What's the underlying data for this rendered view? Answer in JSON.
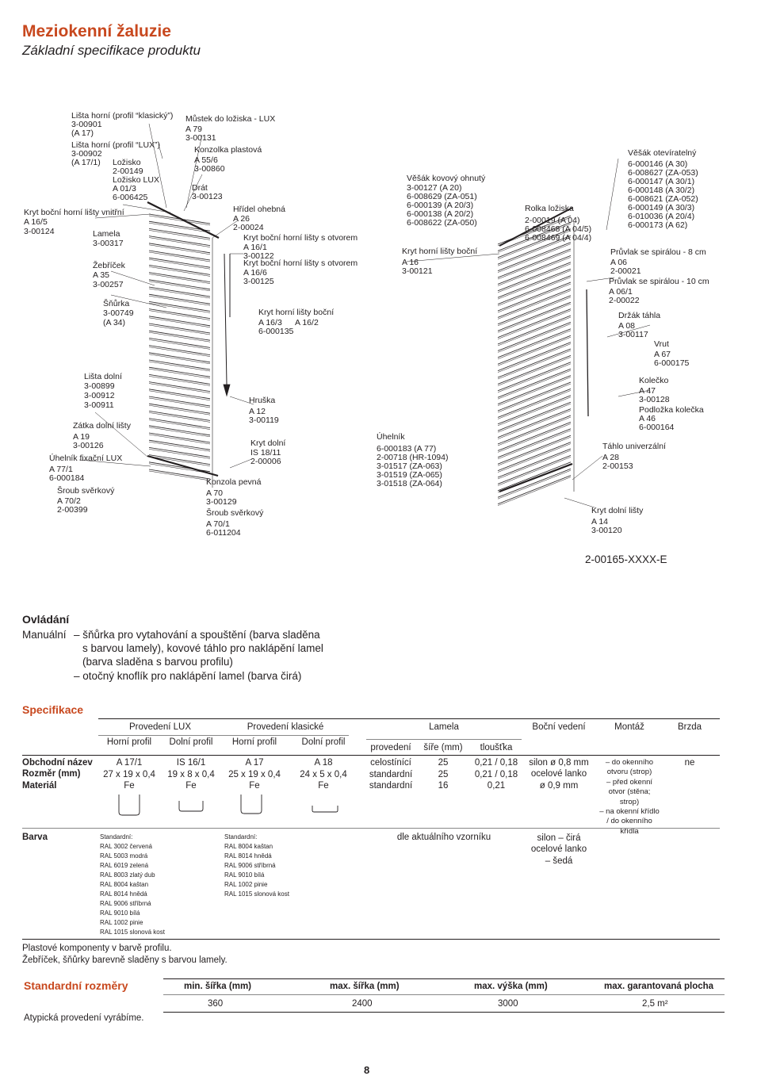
{
  "header": {
    "title": "Meziokenní žaluzie",
    "subtitle": "Základní specifikace produktu"
  },
  "diagram_labels": [
    [
      "Lišta horní (profil “klasický”)",
      90,
      149
    ],
    [
      "3-00901",
      90,
      160
    ],
    [
      "(A 17)",
      90,
      171
    ],
    [
      "Lišta horní (profil “LUX”)",
      90,
      186
    ],
    [
      "3-00902",
      90,
      197
    ],
    [
      "(A 17/1)",
      90,
      208
    ],
    [
      "Ložisko",
      142,
      208
    ],
    [
      "2-00149",
      142,
      219
    ],
    [
      "Ložisko LUX",
      142,
      230
    ],
    [
      "A 01/3",
      142,
      241
    ],
    [
      "6-006425",
      142,
      252
    ],
    [
      "Kryt boční horní lišty vnitřní",
      30,
      271
    ],
    [
      "A 16/5",
      30,
      283
    ],
    [
      "3-00124",
      30,
      295
    ],
    [
      "Lamela",
      117,
      298
    ],
    [
      "3-00317",
      117,
      310
    ],
    [
      "Žebříček",
      117,
      338
    ],
    [
      "A 35",
      117,
      350
    ],
    [
      "3-00257",
      117,
      362
    ],
    [
      "Šňůrka",
      130,
      386
    ],
    [
      "3-00749",
      130,
      398
    ],
    [
      "(A 34)",
      130,
      410
    ],
    [
      "Lišta dolní",
      106,
      478
    ],
    [
      "3-00899",
      106,
      490
    ],
    [
      "3-00912",
      106,
      502
    ],
    [
      "3-00911",
      106,
      514
    ],
    [
      "Zátka dolní lišty",
      92,
      540
    ],
    [
      "A 19",
      92,
      554
    ],
    [
      "3-00126",
      92,
      565
    ],
    [
      "Úhelník fixační LUX",
      62,
      581
    ],
    [
      "A 77/1",
      62,
      595
    ],
    [
      "6-000184",
      62,
      606
    ],
    [
      "Šroub svěrkový",
      72,
      622
    ],
    [
      "A 70/2",
      72,
      635
    ],
    [
      "2-00399",
      72,
      646
    ],
    [
      "Můstek do ložiska - LUX",
      234,
      153
    ],
    [
      "A 79",
      234,
      166
    ],
    [
      "3-00131",
      234,
      177
    ],
    [
      "Konzolka plastová",
      245,
      192
    ],
    [
      "A 55/6",
      245,
      205
    ],
    [
      "3-00860",
      245,
      216
    ],
    [
      "Drát",
      242,
      240
    ],
    [
      "3-00123",
      242,
      251
    ],
    [
      "Hřídel ohebná",
      294,
      267
    ],
    [
      "A 26",
      294,
      279
    ],
    [
      "2-00024",
      294,
      290
    ],
    [
      "Kryt boční horní lišty s otvorem",
      307,
      303
    ],
    [
      "A 16/1",
      307,
      315
    ],
    [
      "3-00122",
      307,
      326
    ],
    [
      "Kryt boční horní lišty s otvorem",
      307,
      335
    ],
    [
      "A 16/6",
      307,
      347
    ],
    [
      "3-00125",
      307,
      358
    ],
    [
      "Kryt horní lišty boční",
      326,
      397
    ],
    [
      "A 16/3",
      326,
      410
    ],
    [
      "A 16/2",
      372,
      410
    ],
    [
      "6-000135",
      326,
      421
    ],
    [
      "Hruška",
      314,
      508
    ],
    [
      "A 12",
      314,
      522
    ],
    [
      "3-00119",
      314,
      533
    ],
    [
      "Kryt dolní",
      316,
      562
    ],
    [
      "IS 18/11",
      316,
      574
    ],
    [
      "2-00006",
      316,
      585
    ],
    [
      "Konzola pevná",
      260,
      611
    ],
    [
      "A 70",
      260,
      625
    ],
    [
      "3-00129",
      260,
      636
    ],
    [
      "Šroub svěrkový",
      260,
      650
    ],
    [
      "A 70/1",
      260,
      664
    ],
    [
      "6-011204",
      260,
      675
    ],
    [
      "Věšák kovový ohnutý",
      513,
      228
    ],
    [
      "3-00127   (A 20)",
      513,
      240
    ],
    [
      "6-008629 (ZA-051)",
      513,
      251
    ],
    [
      "6-000139 (A 20/3)",
      513,
      262
    ],
    [
      "6-000138 (A 20/2)",
      513,
      273
    ],
    [
      "6-008622 (ZA-050)",
      513,
      284
    ],
    [
      "Kryt horní lišty boční",
      507,
      320
    ],
    [
      "A 16",
      507,
      334
    ],
    [
      "3-00121",
      507,
      345
    ],
    [
      "Úhelník",
      475,
      554
    ],
    [
      "6-000183 (A 77)",
      475,
      569
    ],
    [
      "2-00718   (HR-1094)",
      475,
      580
    ],
    [
      "3-01517   (ZA-063)",
      475,
      591
    ],
    [
      "3-01519   (ZA-065)",
      475,
      602
    ],
    [
      "3-01518   (ZA-064)",
      475,
      613
    ],
    [
      "Rolka ložiska",
      662,
      266
    ],
    [
      "2-00019   (A 04)",
      662,
      281
    ],
    [
      "6-008468 (A 04/5)",
      662,
      292
    ],
    [
      "6-008469 (A 04/4)",
      662,
      303
    ],
    [
      "Věšák otevíratelný",
      792,
      196
    ],
    [
      "6-000146 (A 30)",
      792,
      210
    ],
    [
      "6-008627 (ZA-053)",
      792,
      221
    ],
    [
      "6-000147 (A 30/1)",
      792,
      232
    ],
    [
      "6-000148 (A 30/2)",
      792,
      243
    ],
    [
      "6-008621 (ZA-052)",
      792,
      254
    ],
    [
      "6-000149 (A 30/3)",
      792,
      265
    ],
    [
      "6-010036 (A 20/4)",
      792,
      276
    ],
    [
      "6-000173 (A 62)",
      792,
      287
    ],
    [
      "Průvlak se spirálou - 8 cm",
      770,
      321
    ],
    [
      "A 06",
      770,
      334
    ],
    [
      "2-00021",
      770,
      345
    ],
    [
      "Průvlak se spirálou - 10 cm",
      768,
      358
    ],
    [
      "A 06/1",
      768,
      371
    ],
    [
      "2-00022",
      768,
      382
    ],
    [
      "Držák táhla",
      780,
      401
    ],
    [
      "A 08",
      780,
      414
    ],
    [
      "3-00117",
      780,
      425
    ],
    [
      "Vrut",
      825,
      437
    ],
    [
      "A 67",
      825,
      450
    ],
    [
      "6-000175",
      825,
      461
    ],
    [
      "Kolečko",
      806,
      483
    ],
    [
      "A 47",
      806,
      496
    ],
    [
      "3-00128",
      806,
      507
    ],
    [
      "Podložka kolečka",
      806,
      520
    ],
    [
      "A 46",
      806,
      531
    ],
    [
      "6-000164",
      806,
      542
    ],
    [
      "Táhlo univerzální",
      760,
      566
    ],
    [
      "A 28",
      760,
      580
    ],
    [
      "2-00153",
      760,
      591
    ],
    [
      "Kryt dolní lišty",
      746,
      647
    ],
    [
      "A 14",
      746,
      661
    ],
    [
      "3-00120",
      746,
      672
    ]
  ],
  "part_number": "2-00165-XXXX-E",
  "ovladani": {
    "heading": "Ovládání",
    "label": "Manuální",
    "lines": [
      "– šňůrka pro vytahování a spouštění (barva sladěna",
      "s barvou lamely), kovové táhlo pro naklápění lamel",
      "(barva sladěna s barvou profilu)",
      "– otočný knoflík pro naklápění lamel (barva čirá)"
    ]
  },
  "spec": {
    "heading": "Specifikace",
    "groups": [
      "Provedení LUX",
      "Provedení klasické",
      "Lamela",
      "Boční vedení",
      "Montáž",
      "Brzda"
    ],
    "sub": [
      "Horní profil",
      "Dolní profil",
      "Horní profil",
      "Dolní profil"
    ],
    "lamela_sub": [
      "provedení",
      "šíře (mm)",
      "tloušťka"
    ],
    "row_labels": [
      "Obchodní název",
      "Rozměr (mm)",
      "Materiál"
    ],
    "cols": [
      [
        "A 17/1",
        "27 x 19 x 0,4",
        "Fe"
      ],
      [
        "IS 16/1",
        "19 x 8 x 0,4",
        "Fe"
      ],
      [
        "A 17",
        "25 x 19 x 0,4",
        "Fe"
      ],
      [
        "A 18",
        "24 x 5 x 0,4",
        "Fe"
      ]
    ],
    "lamela_rows": [
      [
        "celostínící",
        "25",
        "0,21 / 0,18"
      ],
      [
        "standardní",
        "25",
        "0,21 / 0,18"
      ],
      [
        "standardní",
        "16",
        "0,21"
      ]
    ],
    "bocni": [
      "silon ø 0,8 mm",
      "ocelové lanko",
      "ø 0,9 mm"
    ],
    "montaz": [
      "– do okenního",
      "otvoru (strop)",
      "– před okenní",
      "otvor (stěna;",
      "strop)",
      "– na okenní křídlo",
      "/ do okenního",
      "křídla"
    ],
    "brzda": "ne",
    "barva_label": "Barva",
    "barva_lux": [
      "Standardní:",
      "RAL 3002 červená",
      "RAL 5003 modrá",
      "RAL 6019 zelená",
      "RAL 8003 zlatý dub",
      "RAL 8004 kaštan",
      "RAL 8014 hnědá",
      "RAL 9006 stříbrná",
      "RAL 9010 bílá",
      "RAL 1002 pinie",
      "RAL 1015 slonová kost"
    ],
    "barva_klas": [
      "Standardní:",
      "RAL 8004 kaštan",
      "RAL 8014 hnědá",
      "RAL 9006 stříbrná",
      "RAL 9010 bílá",
      "RAL 1002 pinie",
      "RAL 1015 slonová kost"
    ],
    "barva_lamela": "dle aktuálního vzorníku",
    "barva_bocni": [
      "silon – čirá",
      "ocelové lanko",
      "– šedá"
    ],
    "notes": [
      "Plastové komponenty v barvě profilu.",
      "Žebříček, šňůrky barevně sladěny s barvou lamely."
    ]
  },
  "rozmery": {
    "heading": "Standardní rozměry",
    "headers": [
      "min. šířka (mm)",
      "max. šířka (mm)",
      "max. výška (mm)",
      "max. garantovaná plocha"
    ],
    "values": [
      "360",
      "2400",
      "3000",
      "2,5 m²"
    ],
    "note": "Atypická provedení vyrábíme."
  },
  "page_number": "8"
}
